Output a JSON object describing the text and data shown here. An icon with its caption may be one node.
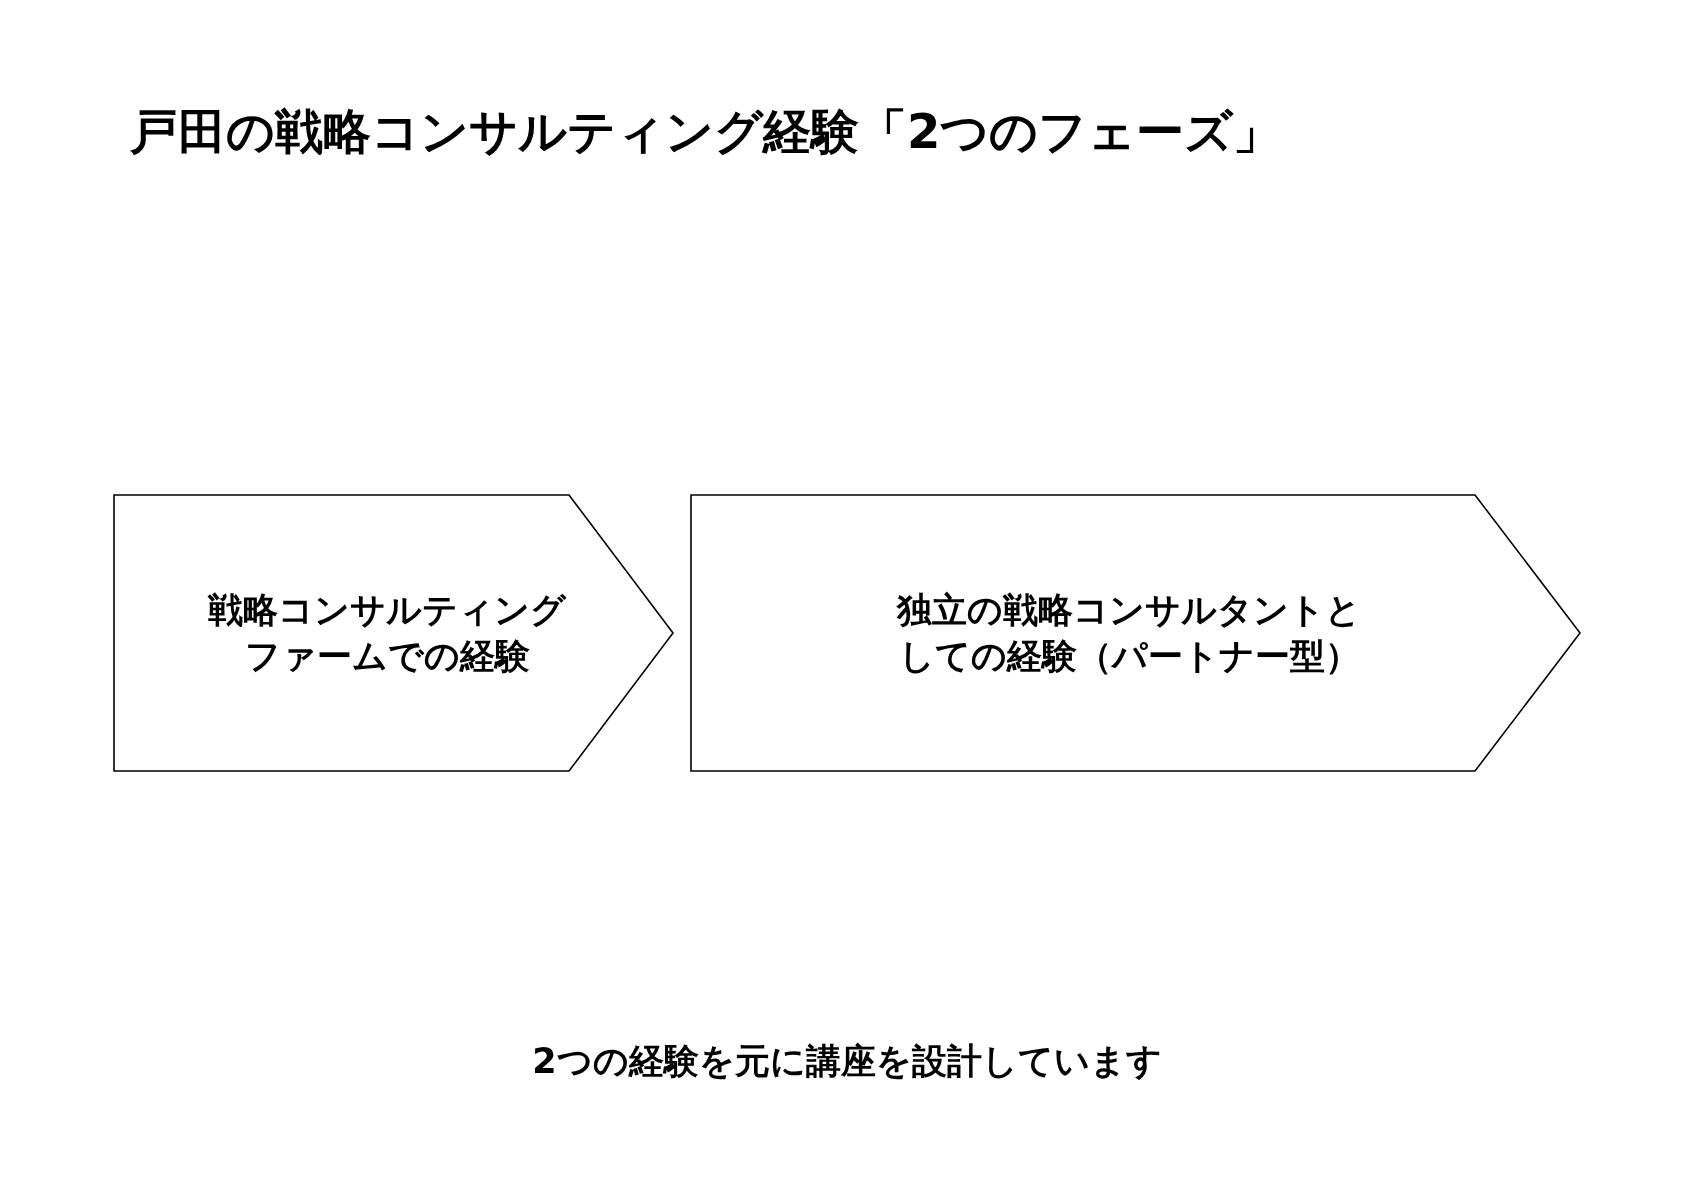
{
  "diagram": {
    "title": "戸田の戦略コンサルティング経験「2つのフェーズ」",
    "nodes": [
      {
        "text": [
          "戦略コンサルティングファームでの経験"
        ]
      },
      {
        "text": [
          "独立の戦略コンサルタントとしての経験（パートナー型）"
        ]
      }
    ],
    "labels": [
      "2つの経験を元に講座を設計しています"
    ]
  }
}
